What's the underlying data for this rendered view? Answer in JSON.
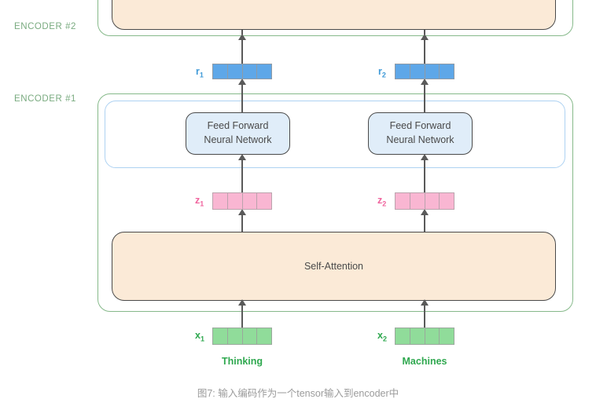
{
  "figure": {
    "caption": "图7: 输入编码作为一个tensor输入到encoder中"
  },
  "encoders": [
    {
      "id": "encoder2",
      "label": "ENCODER #2"
    },
    {
      "id": "encoder1",
      "label": "ENCODER #1"
    }
  ],
  "sublayers": {
    "self_attention_label": "Self-Attention",
    "feed_forward_label_line1": "Feed Forward",
    "feed_forward_label_line2": "Neural Network"
  },
  "vectors": [
    {
      "id": "r1",
      "label": "r",
      "subscript": "1",
      "cells": 4,
      "color": "#5ea7e8",
      "kind": "output"
    },
    {
      "id": "r2",
      "label": "r",
      "subscript": "2",
      "cells": 4,
      "color": "#5ea7e8",
      "kind": "output"
    },
    {
      "id": "z1",
      "label": "z",
      "subscript": "1",
      "cells": 4,
      "color": "#f9b6d2",
      "kind": "attention-output"
    },
    {
      "id": "z2",
      "label": "z",
      "subscript": "2",
      "cells": 4,
      "color": "#f9b6d2",
      "kind": "attention-output"
    },
    {
      "id": "x1",
      "label": "x",
      "subscript": "1",
      "cells": 4,
      "color": "#90dc9a",
      "kind": "input-embedding"
    },
    {
      "id": "x2",
      "label": "x",
      "subscript": "2",
      "cells": 4,
      "color": "#90dc9a",
      "kind": "input-embedding"
    }
  ],
  "words": [
    {
      "id": "word1",
      "text": "Thinking"
    },
    {
      "id": "word2",
      "text": "Machines"
    }
  ],
  "colors": {
    "encoder_border": "#86b98a",
    "encoder_label": "#7aab80",
    "sublayer_border": "#aed2f2",
    "self_attention_fill": "#fbead7",
    "feed_forward_fill": "#e0edf9",
    "box_border": "#4a4a4a",
    "vector_blue": "#5ea7e8",
    "vector_pink": "#f9b6d2",
    "vector_green": "#90dc9a",
    "label_blue": "#3f9ad8",
    "label_pink": "#f0649e",
    "label_green": "#2fa84f",
    "arrow": "#5a5a5a",
    "caption": "#9b9b9b",
    "background": "#ffffff"
  }
}
